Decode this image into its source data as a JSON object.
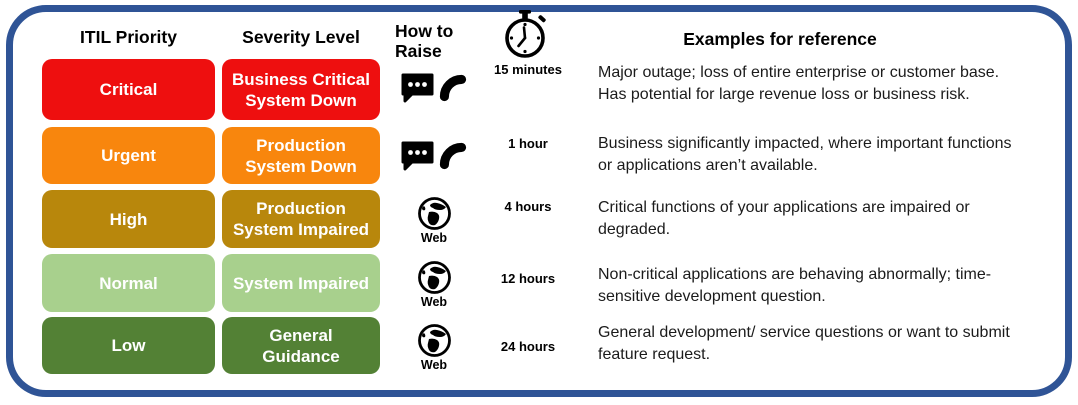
{
  "frame": {
    "border_color": "#2F5496"
  },
  "headers": {
    "itil_priority": "ITIL Priority",
    "severity_level": "Severity Level",
    "how_to_raise": "How to\nRaise",
    "examples": "Examples for reference"
  },
  "icons": {
    "timer": "stopwatch-icon",
    "chat": "chat-bubble-icon",
    "phone": "phone-handset-icon",
    "web": "globe-icon"
  },
  "web_label": "Web",
  "rows": [
    {
      "priority": "Critical",
      "severity": "Business Critical\nSystem Down",
      "color": "#EE0F0F",
      "raise_method": "chat-phone",
      "time": "15 minutes",
      "example": "Major outage; loss of entire enterprise or customer base.\nHas potential for large revenue loss or business risk."
    },
    {
      "priority": "Urgent",
      "severity": "Production\nSystem Down",
      "color": "#F8860D",
      "raise_method": "chat-phone",
      "time": "1 hour",
      "example": "Business significantly impacted, where important functions\nor applications aren’t available."
    },
    {
      "priority": "High",
      "severity": "Production\nSystem Impaired",
      "color": "#B8870C",
      "raise_method": "web",
      "time": "4 hours",
      "example": "Critical functions of your applications are impaired or\ndegraded."
    },
    {
      "priority": "Normal",
      "severity": "System Impaired",
      "color": "#A8D08D",
      "raise_method": "web",
      "time": "12 hours",
      "example": "Non-critical applications are behaving abnormally; time-\nsensitive development question."
    },
    {
      "priority": "Low",
      "severity": "General\nGuidance",
      "color": "#538135",
      "raise_method": "web",
      "time": "24 hours",
      "example": "General development/ service questions or want to submit\nfeature request."
    }
  ]
}
